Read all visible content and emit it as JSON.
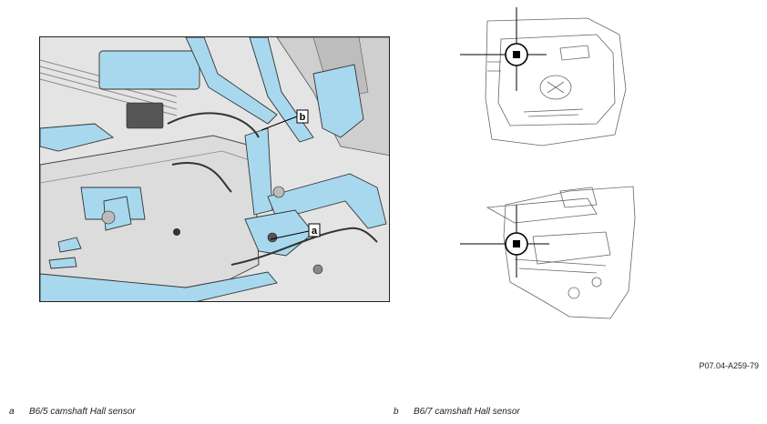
{
  "callouts": {
    "a": "a",
    "b": "b"
  },
  "document_id": "P07.04-A259-79",
  "legend": [
    {
      "key": "a",
      "text": "B6/5 camshaft Hall sensor"
    },
    {
      "key": "b",
      "text": "B6/7 camshaft Hall sensor"
    }
  ],
  "colors": {
    "highlight_blue": "#a8d8ee",
    "metal_gray": "#d6d6d6",
    "outline": "#222222"
  }
}
